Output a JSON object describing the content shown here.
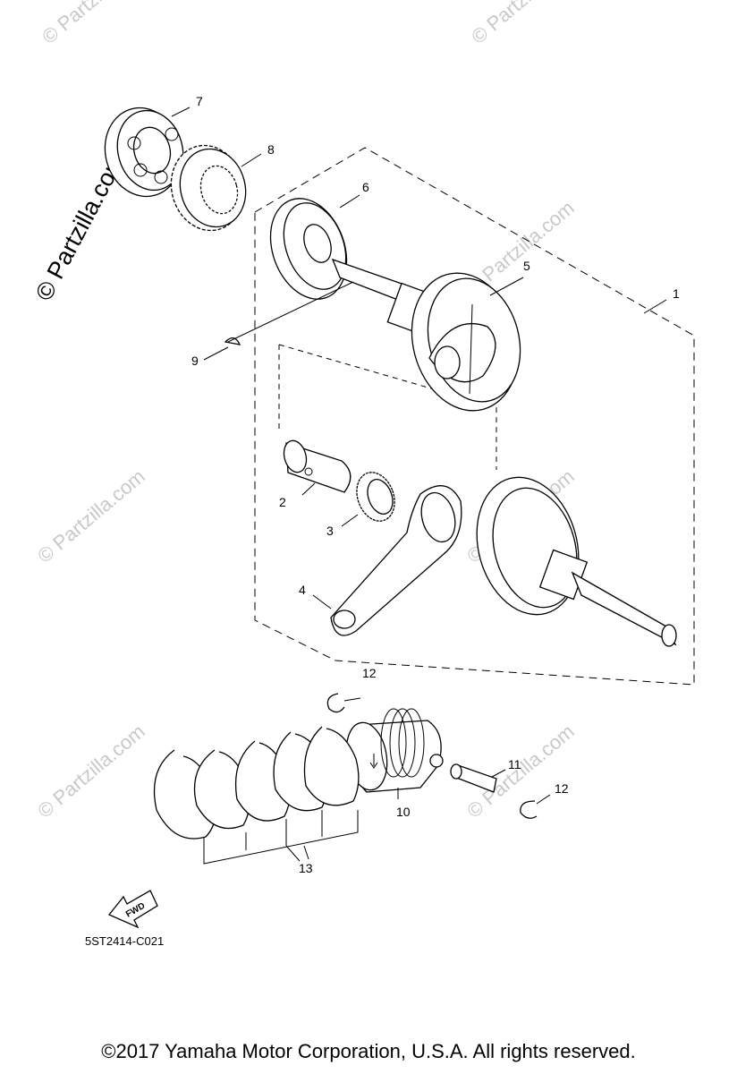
{
  "watermark": {
    "side": "© Partzilla.com",
    "tile": "© Partzilla.com"
  },
  "callouts": [
    {
      "id": "c1",
      "label": "1"
    },
    {
      "id": "c2",
      "label": "2"
    },
    {
      "id": "c3",
      "label": "3"
    },
    {
      "id": "c4",
      "label": "4"
    },
    {
      "id": "c5",
      "label": "5"
    },
    {
      "id": "c6",
      "label": "6"
    },
    {
      "id": "c7",
      "label": "7"
    },
    {
      "id": "c8",
      "label": "8"
    },
    {
      "id": "c9",
      "label": "9"
    },
    {
      "id": "c10",
      "label": "10"
    },
    {
      "id": "c11",
      "label": "11"
    },
    {
      "id": "c12a",
      "label": "12"
    },
    {
      "id": "c12b",
      "label": "12"
    },
    {
      "id": "c13",
      "label": "13"
    }
  ],
  "fwd_label": "FWD",
  "diagram_code": "5ST2414-C021",
  "copyright": "©2017 Yamaha Motor Corporation, U.S.A. All rights reserved."
}
